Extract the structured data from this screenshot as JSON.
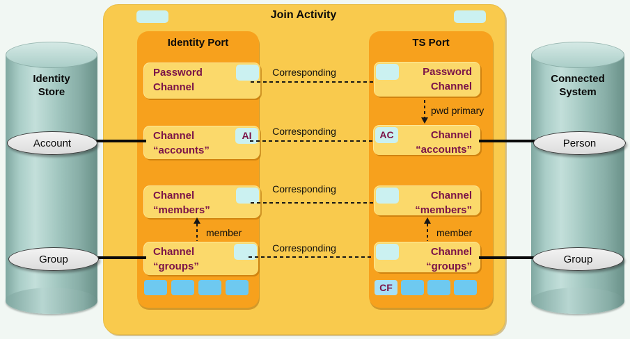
{
  "join_activity": {
    "title": "Join Activity"
  },
  "identity_port": {
    "title": "Identity Port",
    "channels": [
      {
        "line1": "Password",
        "line2": "Channel",
        "badge": ""
      },
      {
        "line1": "Channel",
        "line2": "“accounts”",
        "badge": "AI"
      },
      {
        "line1": "Channel",
        "line2": "“members”",
        "badge": ""
      },
      {
        "line1": "Channel",
        "line2": "“groups”",
        "badge": ""
      }
    ]
  },
  "ts_port": {
    "title": "TS Port",
    "channels": [
      {
        "line1": "Password",
        "line2": "Channel",
        "badge": ""
      },
      {
        "line1": "Channel",
        "line2": "“accounts”",
        "badge": "AC"
      },
      {
        "line1": "Channel",
        "line2": "“members”",
        "badge": ""
      },
      {
        "line1": "Channel",
        "line2": "“groups”",
        "badge": ""
      }
    ],
    "cf_badge": "CF"
  },
  "identity_store": {
    "line1": "Identity",
    "line2": "Store",
    "account_label": "Account",
    "group_label": "Group"
  },
  "connected_system": {
    "line1": "Connected",
    "line2": "System",
    "person_label": "Person",
    "group_label": "Group"
  },
  "labels": {
    "corresponding": "Corresponding",
    "pwd_primary": "pwd primary",
    "member": "member"
  },
  "colors": {
    "join_box": "#F9CA4D",
    "port": "#F7A11D",
    "channel": "#FBD96B",
    "cyan_tab": "#CBF1F1",
    "blue_square": "#6EC9F0",
    "channel_text": "#7B1348",
    "cylinder": "#A9CDC7",
    "oval": "#E9E9E9"
  }
}
